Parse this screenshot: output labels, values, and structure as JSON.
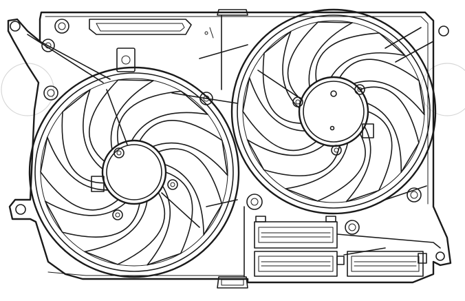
{
  "diagram": {
    "fans": [
      {
        "id": "left",
        "blade_count": 9
      },
      {
        "id": "right",
        "blade_count": 9
      }
    ],
    "connectors": 3
  },
  "watermark": {
    "text": "",
    "color": "#e2e2e2"
  },
  "colors": {
    "line": "#1a1a1a",
    "background": "#ffffff"
  }
}
